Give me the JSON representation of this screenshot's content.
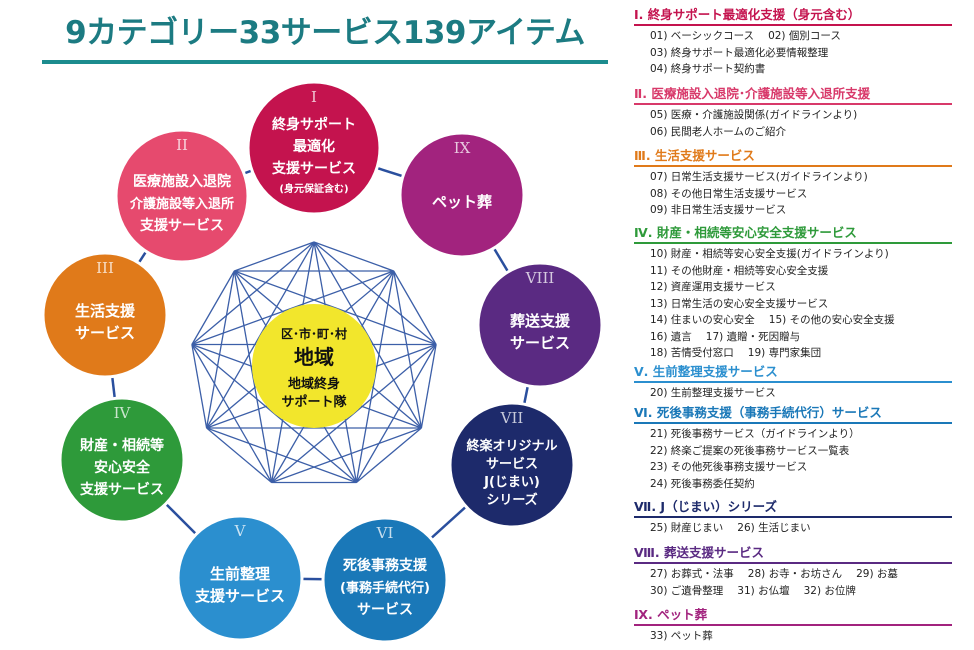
{
  "title": "9カテゴリー33サービス139アイテム",
  "center": {
    "line1": "区･市･町･村",
    "line2": "地域",
    "line3": "地域終身",
    "line4": "サポート隊"
  },
  "nodes": [
    {
      "id": "1",
      "numeral": "I",
      "lines": [
        "終身サポート",
        "最適化",
        "支援サービス"
      ],
      "sub": "(身元保証含む)",
      "color": "#c4134e"
    },
    {
      "id": "2",
      "numeral": "II",
      "lines": [
        "医療施設入退院",
        "介護施設等入退所",
        "支援サービス"
      ],
      "sub": "",
      "color": "#e64a6e"
    },
    {
      "id": "3",
      "numeral": "III",
      "lines": [
        "生活支援",
        "サービス"
      ],
      "sub": "",
      "color": "#e07a1a"
    },
    {
      "id": "4",
      "numeral": "IV",
      "lines": [
        "財産・相続等",
        "安心安全",
        "支援サービス"
      ],
      "sub": "",
      "color": "#2e9a3a"
    },
    {
      "id": "5",
      "numeral": "V",
      "lines": [
        "生前整理",
        "支援サービス"
      ],
      "sub": "",
      "color": "#2b8fcf"
    },
    {
      "id": "6",
      "numeral": "VI",
      "lines": [
        "死後事務支援",
        "(事務手続代行)",
        "サービス"
      ],
      "sub": "",
      "color": "#1a78b8"
    },
    {
      "id": "7",
      "numeral": "VII",
      "lines": [
        "終楽オリジナル",
        "サービス",
        "J(じまい)",
        "シリーズ"
      ],
      "sub": "",
      "color": "#1d2a6b"
    },
    {
      "id": "8",
      "numeral": "VIII",
      "lines": [
        "葬送支援",
        "サービス"
      ],
      "sub": "",
      "color": "#5a2a82"
    },
    {
      "id": "9",
      "numeral": "IX",
      "lines": [
        "ペット葬"
      ],
      "sub": "",
      "color": "#a2237e"
    }
  ],
  "legend": [
    {
      "header": "Ⅰ. 終身サポート最適化支援（身元含む）",
      "color": "#c4134e",
      "items": [
        [
          "01) ベーシックコース",
          "02) 個別コース"
        ],
        [
          "03) 終身サポート最適化必要情報整理"
        ],
        [
          "04) 終身サポート契約書"
        ]
      ]
    },
    {
      "header": "Ⅱ. 医療施設入退院･介護施設等入退所支援",
      "color": "#d8396a",
      "items": [
        [
          "05) 医療・介護施設関係(ガイドラインより)"
        ],
        [
          "06) 民間老人ホームのご紹介"
        ]
      ]
    },
    {
      "header": "Ⅲ. 生活支援サービス",
      "color": "#e07a1a",
      "items": [
        [
          "07) 日常生活支援サービス(ガイドラインより)"
        ],
        [
          "08) その他日常生活支援サービス"
        ],
        [
          "09) 非日常生活支援サービス"
        ]
      ]
    },
    {
      "header": "Ⅳ. 財産・相続等安心安全支援サービス",
      "color": "#2e9a3a",
      "items": [
        [
          "10) 財産・相続等安心安全支援(ガイドラインより)"
        ],
        [
          "11) その他財産・相続等安心安全支援"
        ],
        [
          "12) 資産運用支援サービス"
        ],
        [
          "13) 日常生活の安心安全支援サービス"
        ],
        [
          "14) 住まいの安心安全",
          "15) その他の安心安全支援"
        ],
        [
          "16) 遺言",
          "17) 遺贈・死因贈与"
        ],
        [
          "18) 苦情受付窓口",
          "19) 専門家集団"
        ]
      ]
    },
    {
      "header": "Ⅴ. 生前整理支援サービス",
      "color": "#2b8fcf",
      "items": [
        [
          "20) 生前整理支援サービス"
        ]
      ]
    },
    {
      "header": "Ⅵ. 死後事務支援（事務手続代行）サービス",
      "color": "#1a78b8",
      "items": [
        [
          "21) 死後事務サービス（ガイドラインより）"
        ],
        [
          "22) 終楽ご提案の死後事務サービス一覧表"
        ],
        [
          "23) その他死後事務支援サービス"
        ],
        [
          "24) 死後事務委任契約"
        ]
      ]
    },
    {
      "header": "Ⅶ. J（じまい）シリーズ",
      "color": "#1d2a6b",
      "items": [
        [
          "25) 財産じまい",
          "26) 生活じまい"
        ]
      ]
    },
    {
      "header": "Ⅷ. 葬送支援サービス",
      "color": "#5a2a82",
      "items": [
        [
          "27) お葬式・法事",
          "28) お寺・お坊さん",
          "29) お墓"
        ],
        [
          "30) ご遺骨整理",
          "31) お仏壇",
          "32) お位牌"
        ]
      ]
    },
    {
      "header": "Ⅸ. ペット葬",
      "color": "#a2237e",
      "items": [
        [
          "33) ペット葬"
        ]
      ]
    }
  ]
}
